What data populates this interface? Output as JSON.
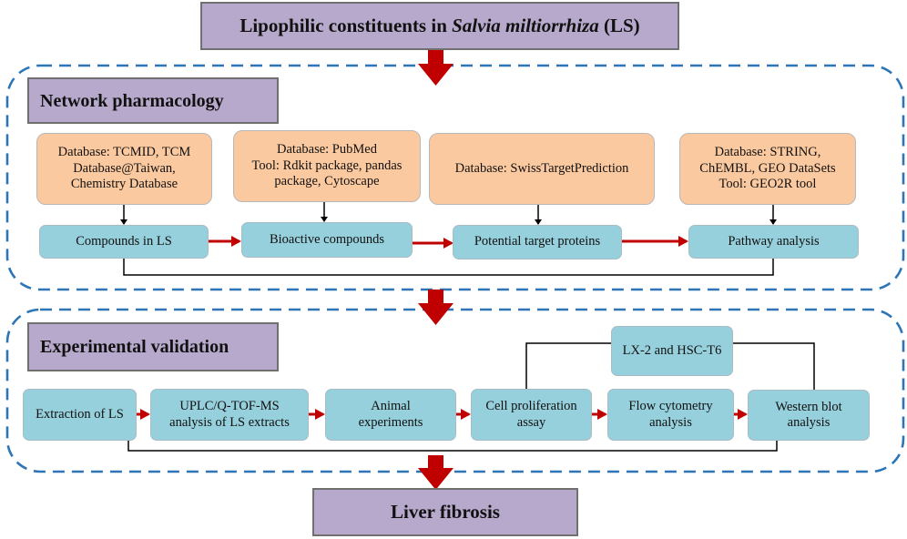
{
  "header": {
    "title_pre": "Lipophilic constituents in ",
    "title_species": "Salvia miltiorrhiza",
    "title_post": " (LS)"
  },
  "network": {
    "label": "Network pharmacology",
    "sources": [
      {
        "lines": [
          "Database: TCMID, TCM",
          "Database@Taiwan,",
          "Chemistry Database"
        ]
      },
      {
        "lines": [
          "Database: PubMed",
          "Tool: Rdkit package, pandas",
          "package, Cytoscape"
        ]
      },
      {
        "lines": [
          "Database: SwissTargetPrediction"
        ]
      },
      {
        "lines": [
          "Database: STRING,",
          "ChEMBL, GEO DataSets",
          "Tool: GEO2R tool"
        ]
      }
    ],
    "steps": [
      {
        "label": "Compounds in LS"
      },
      {
        "label": "Bioactive compounds"
      },
      {
        "label": "Potential target proteins"
      },
      {
        "label": "Pathway analysis"
      }
    ]
  },
  "experimental": {
    "label": "Experimental validation",
    "cell_lines": "LX-2 and HSC-T6",
    "steps": [
      {
        "lines": [
          "Extraction of LS"
        ]
      },
      {
        "lines": [
          "UPLC/Q-TOF-MS",
          "analysis of LS extracts"
        ]
      },
      {
        "lines": [
          "Animal",
          "experiments"
        ]
      },
      {
        "lines": [
          "Cell proliferation",
          "assay"
        ]
      },
      {
        "lines": [
          "Flow cytometry",
          "analysis"
        ]
      },
      {
        "lines": [
          "Western blot",
          "analysis"
        ]
      }
    ]
  },
  "outcome": {
    "label": "Liver fibrosis"
  },
  "colors": {
    "header_fill": "#b7a9cc",
    "source_fill": "#fbc99f",
    "step_fill": "#96d0dc",
    "group_border": "#2e75b6",
    "arrow_red": "#c00000"
  }
}
